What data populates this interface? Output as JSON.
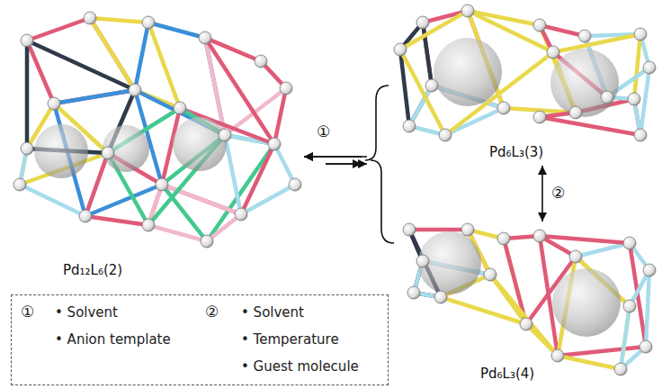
{
  "diagram": {
    "nodes": [
      {
        "text": [
          "Pd₁₂L₆(2)"
        ]
      },
      {
        "text": [
          "Pd₆L₃(3)"
        ]
      },
      {
        "text": [
          "Pd₆L₃(4)"
        ]
      },
      {
        "text": [
          "①",
          "• Solvent",
          "• Anion template",
          "②",
          "• Solvent",
          "• Temperature",
          "• Guest molecule"
        ]
      }
    ],
    "edges": [
      {
        "from": 1,
        "to": 0,
        "arrow": "both"
      },
      {
        "from": 2,
        "to": 0,
        "arrow": "both"
      },
      {
        "from": 1,
        "to": 2,
        "label": "②",
        "arrow": "both"
      }
    ],
    "labels": [
      "①"
    ]
  }
}
